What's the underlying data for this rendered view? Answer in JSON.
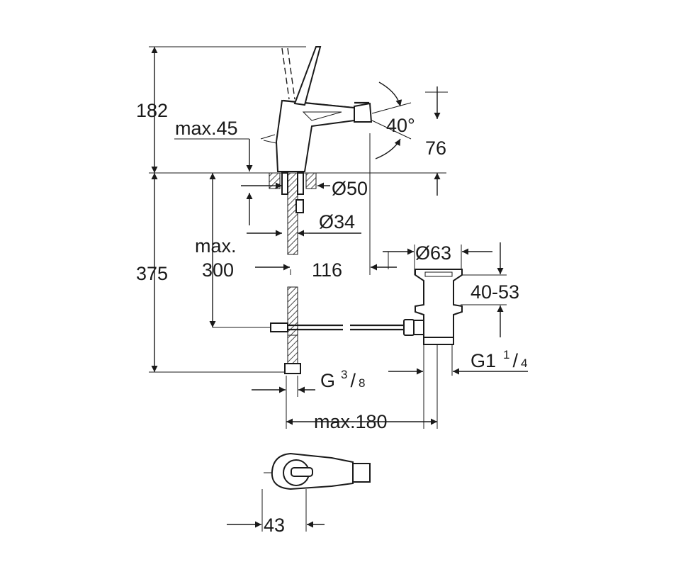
{
  "drawing": {
    "dimensions": {
      "height_total_upper": "182",
      "max_45": "max.45",
      "angle": "40°",
      "spout_height": "76",
      "dia_50": "Ø50",
      "dia_34": "Ø34",
      "max_label": "max.",
      "max_300": "300",
      "height_lower": "375",
      "reach_116": "116",
      "dia_63": "Ø63",
      "range_40_53": "40-53",
      "g_prefix": "G",
      "g38_num": "3",
      "g38_den": "8",
      "g1_prefix": "G1",
      "g114_num": "1",
      "g114_den": "4",
      "max_180": "max.180",
      "width_43": "43"
    }
  }
}
